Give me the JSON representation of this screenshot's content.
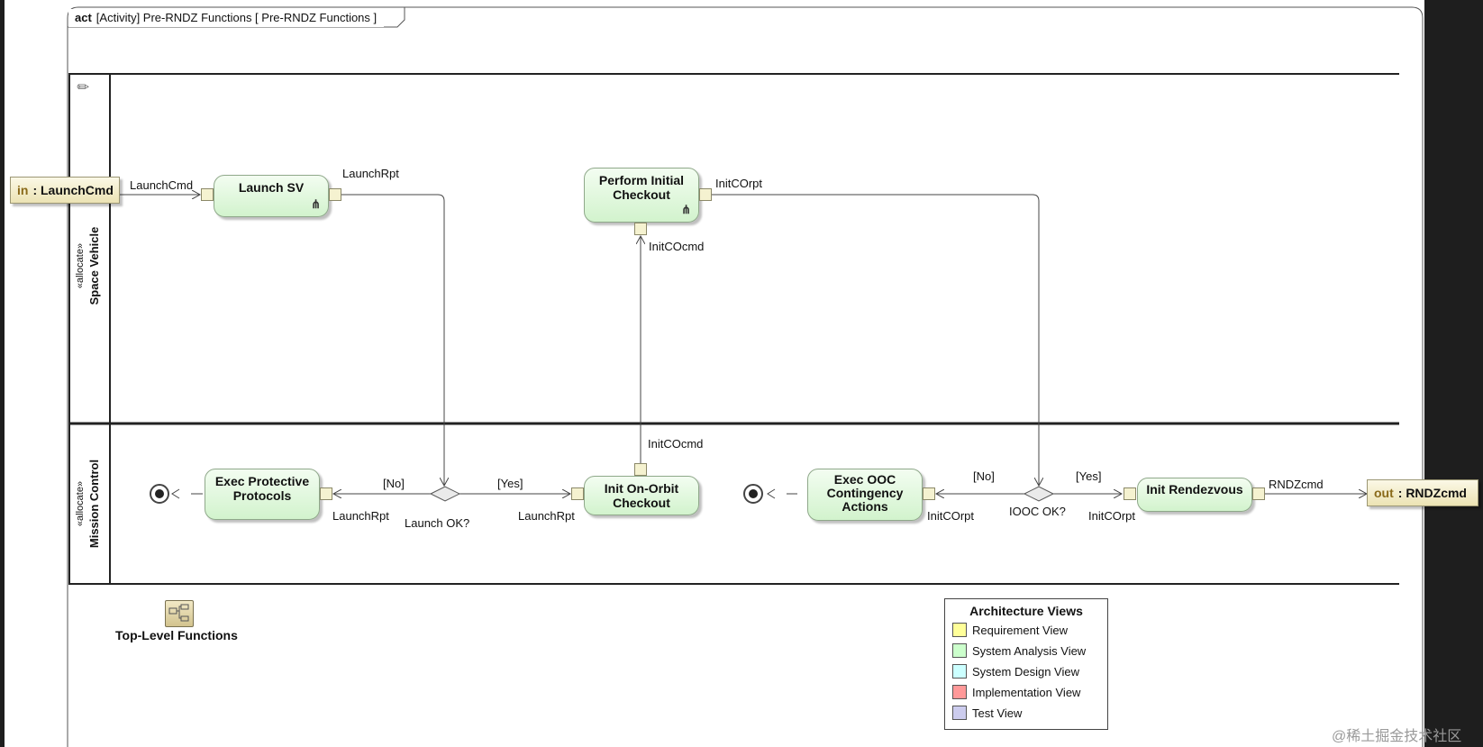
{
  "frame": {
    "kind": "act",
    "title": "[Activity] Pre-RNDZ Functions [ Pre-RNDZ Functions ]"
  },
  "swimlanes": [
    {
      "stereotype": "«allocate»",
      "name": "Space Vehicle"
    },
    {
      "stereotype": "«allocate»",
      "name": "Mission Control"
    }
  ],
  "parameters": {
    "input": {
      "direction": "in",
      "name": ": LaunchCmd"
    },
    "output": {
      "direction": "out",
      "name": ": RNDZcmd"
    }
  },
  "actions": {
    "launch_sv": "Launch SV",
    "perform_initial_checkout": [
      "Perform Initial",
      "Checkout"
    ],
    "exec_protective_protocols": [
      "Exec Protective",
      "Protocols"
    ],
    "init_on_orbit_checkout": [
      "Init On-Orbit",
      "Checkout"
    ],
    "exec_ooc_contingency": [
      "Exec OOC",
      "Contingency",
      "Actions"
    ],
    "init_rendezvous": "Init Rendezvous",
    "fork_symbol": "⋔"
  },
  "pin_labels": {
    "launchcmd": "LaunchCmd",
    "launchrpt_out": "LaunchRpt",
    "initcorpt_out": "InitCOrpt",
    "initcocmd_in": "InitCOcmd",
    "initcocmd_out": "InitCOcmd",
    "launchrpt_protective": "LaunchRpt",
    "launchrpt_oo": "LaunchRpt",
    "initcorpt_ooc": "InitCOrpt",
    "initcorpt_rndz": "InitCOrpt",
    "rndzcmd": "RNDZcmd"
  },
  "decisions": {
    "launch_ok": "Launch OK?",
    "iooc_ok": "IOOC OK?",
    "no": "[No]",
    "yes": "[Yes]"
  },
  "package": {
    "name": "Top-Level Functions",
    "icon": "package-diagram-icon"
  },
  "legend": {
    "title": "Architecture Views",
    "items": [
      {
        "label": "Requirement View",
        "color": "#ffff99"
      },
      {
        "label": "System Analysis View",
        "color": "#ccffcc"
      },
      {
        "label": "System Design View",
        "color": "#ccffff"
      },
      {
        "label": "Implementation View",
        "color": "#ff9999"
      },
      {
        "label": "Test View",
        "color": "#ccccee"
      }
    ]
  },
  "watermark": "@稀土掘金技术社区"
}
